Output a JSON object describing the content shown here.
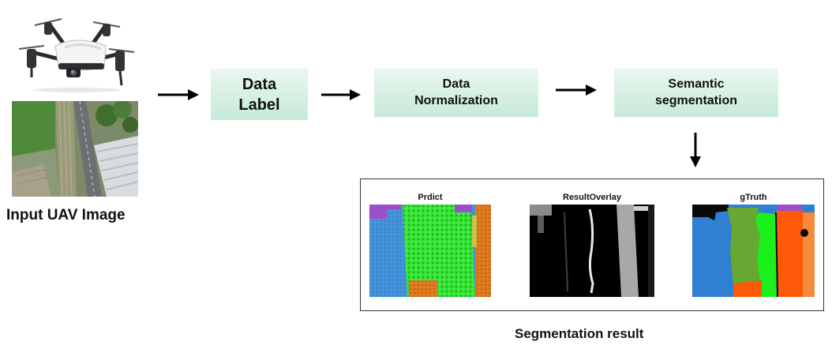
{
  "input": {
    "caption": "Input UAV Image",
    "drone_icon": "drone-icon",
    "aerial_image": "aerial-photo"
  },
  "steps": [
    {
      "lines": [
        "Data",
        "Label"
      ]
    },
    {
      "lines": [
        "Data",
        "Normalization"
      ]
    },
    {
      "lines": [
        "Semantic",
        "segmentation"
      ]
    }
  ],
  "result": {
    "caption": "Segmentation result",
    "panels": [
      {
        "title": "Prdict"
      },
      {
        "title": "ResultOverlay"
      },
      {
        "title": "gTruth"
      }
    ]
  },
  "colors": {
    "step_fill_top": "#eaf7f0",
    "step_fill_bottom": "#c6ead8",
    "arrow": "#000000",
    "class_blue": "#2f7fd2",
    "class_green": "#66a832",
    "class_lime": "#1cf01c",
    "class_orange": "#ff5a0a",
    "class_purple": "#9b4fc9"
  }
}
